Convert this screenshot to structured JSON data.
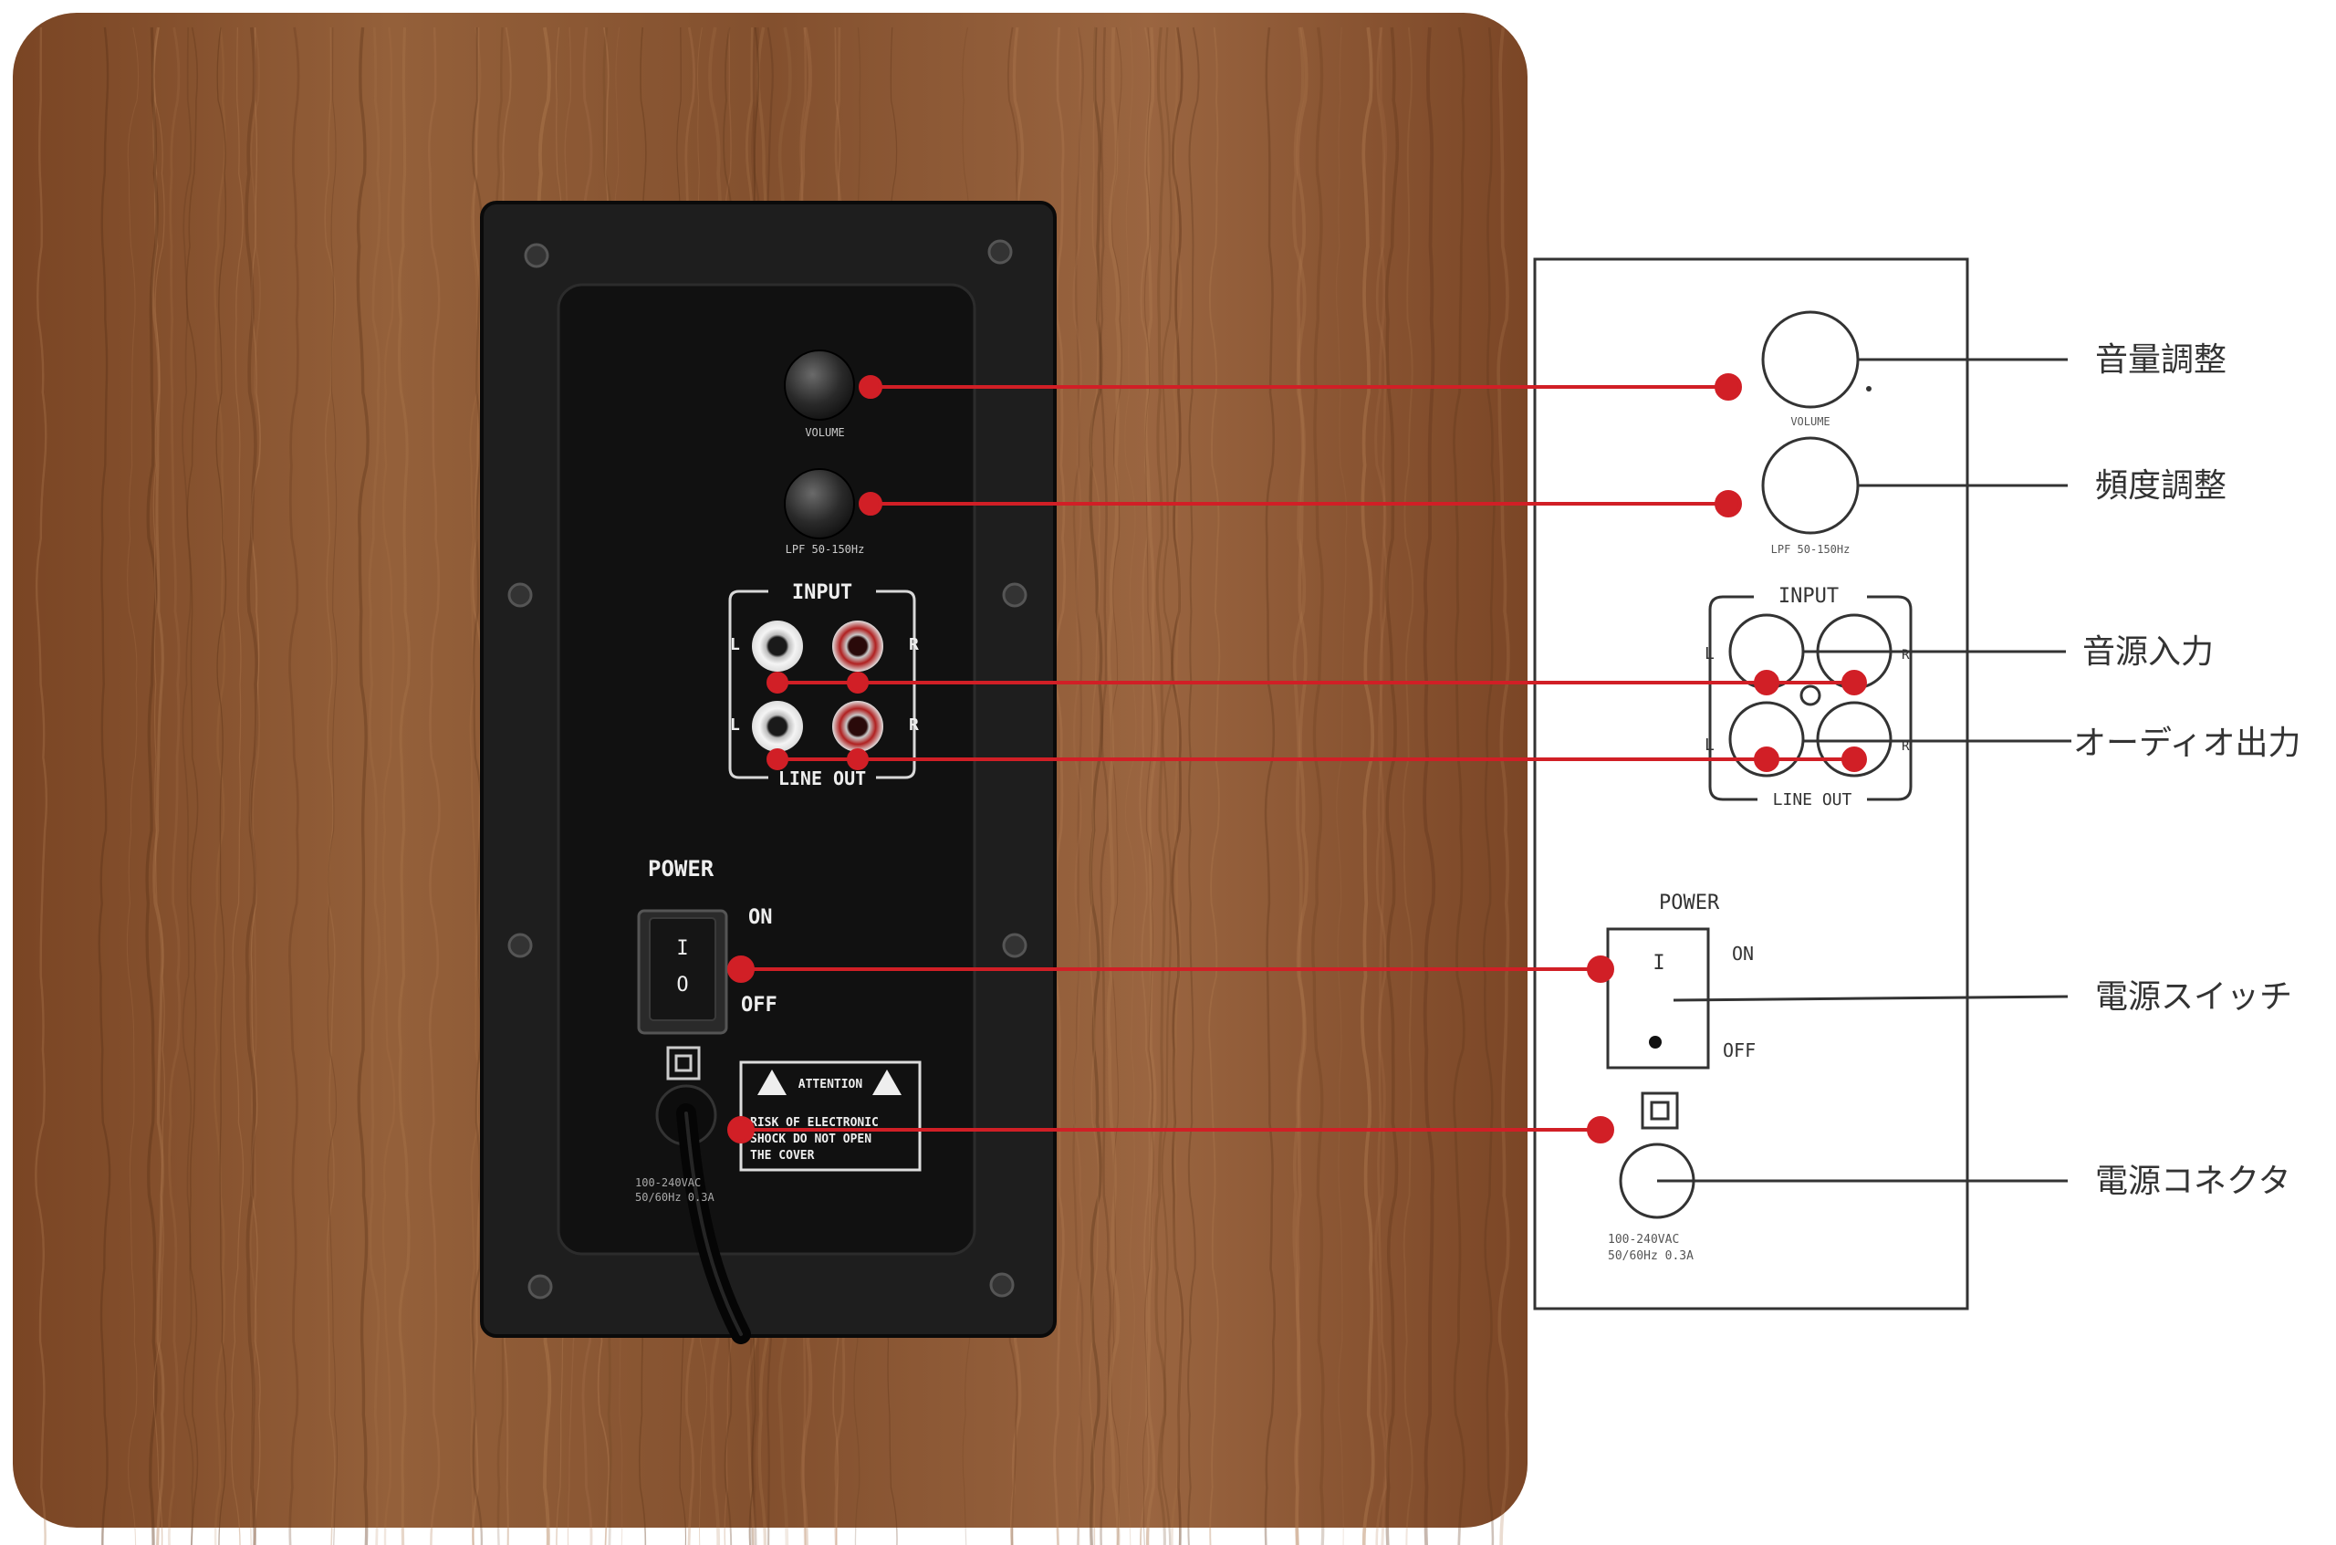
{
  "panel_photo": {
    "knob_top_caption": "VOLUME",
    "knob_bottom_caption": "LPF 50-150Hz",
    "input_title": "INPUT",
    "line_out_title": "LINE OUT",
    "left_marker": "L",
    "right_marker": "R",
    "power_title": "POWER",
    "on_label": "ON",
    "off_label": "OFF",
    "switch_on_symbol": "I",
    "switch_off_symbol": "O",
    "attention_title": "ATTENTION",
    "attention_line1": "RISK OF ELECTRONIC",
    "attention_line2": "SHOCK DO NOT OPEN",
    "attention_line3": "THE COVER",
    "rating_line1": "100-240VAC",
    "rating_line2": "50/60Hz 0.3A"
  },
  "schematic": {
    "volume_caption": "VOLUME",
    "freq_caption": "LPF 50-150Hz",
    "input_title": "INPUT",
    "line_out_title": "LINE OUT",
    "left_marker": "L",
    "right_marker": "R",
    "power_title": "POWER",
    "on_label": "ON",
    "off_label": "OFF",
    "switch_on_symbol": "I",
    "rating_line1": "100-240VAC",
    "rating_line2": "50/60Hz 0.3A"
  },
  "callouts": {
    "volume": "音量調整",
    "frequency": "頻度調整",
    "audio_input": "音源入力",
    "audio_output": "オーディオ出力",
    "power_switch": "電源スイッチ",
    "power_connector": "電源コネクタ"
  },
  "colors": {
    "wood": "#8a5330",
    "wood_dark": "#5e3519",
    "panel": "#1a1a1a",
    "accent_red": "#d11f26",
    "schematic_line": "#333333"
  }
}
